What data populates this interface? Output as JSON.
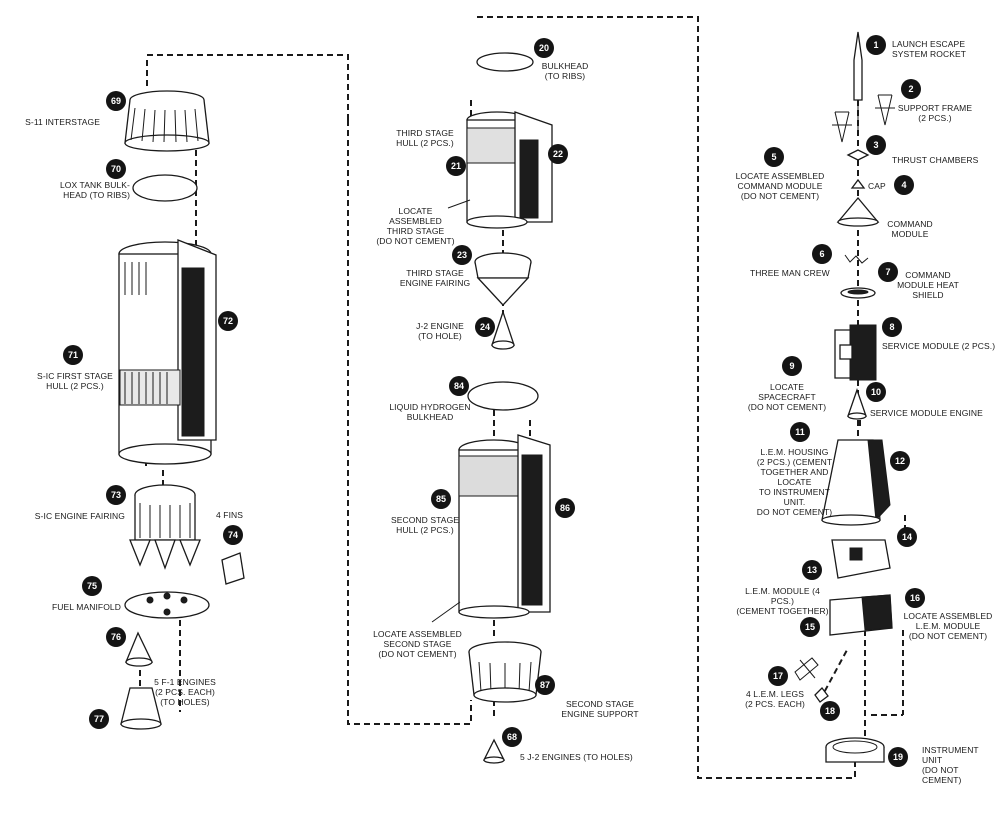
{
  "parts": [
    {
      "id": "p69",
      "num": "69",
      "label": "S-11 INTERSTAGE"
    },
    {
      "id": "p70",
      "num": "70",
      "label": "LOX TANK BULK-\nHEAD (to ribs)"
    },
    {
      "id": "p71",
      "num": "71",
      "label": "S-IC FIRST STAGE\nHULL (2 pcs.)"
    },
    {
      "id": "p72",
      "num": "72",
      "label": ""
    },
    {
      "id": "p73",
      "num": "73",
      "label": "S-IC ENGINE FAIRING"
    },
    {
      "id": "p74",
      "num": "74",
      "label": "4 FINS"
    },
    {
      "id": "p75",
      "num": "75",
      "label": "FUEL MANIFOLD"
    },
    {
      "id": "p76",
      "num": "76",
      "label": ""
    },
    {
      "id": "p77",
      "num": "77",
      "label": "5 F-1 ENGINES\n(2 pcs. each)\n(to holes)"
    },
    {
      "id": "p20",
      "num": "20",
      "label": "BULKHEAD\n(to ribs)"
    },
    {
      "id": "p21",
      "num": "21",
      "label": "THIRD STAGE\nHULL (2 pcs.)"
    },
    {
      "id": "p22",
      "num": "22",
      "label": ""
    },
    {
      "id": "p23",
      "num": "23",
      "label": "THIRD STAGE\nENGINE FAIRING"
    },
    {
      "id": "p24",
      "num": "24",
      "label": "J-2 ENGINE\n(to hole)"
    },
    {
      "id": "p84",
      "num": "84",
      "label": "LIQUID HYDROGEN\nBULKHEAD"
    },
    {
      "id": "p85",
      "num": "85",
      "label": "SECOND STAGE\nHULL (2 pcs.)"
    },
    {
      "id": "p86",
      "num": "86",
      "label": ""
    },
    {
      "id": "p87",
      "num": "87",
      "label": "SECOND STAGE\nENGINE SUPPORT"
    },
    {
      "id": "p68",
      "num": "68",
      "label": "5 J-2 ENGINES (to holes)"
    },
    {
      "id": "p1",
      "num": "1",
      "label": "LAUNCH ESCAPE\nSYSTEM ROCKET"
    },
    {
      "id": "p2",
      "num": "2",
      "label": "SUPPORT FRAME\n(2 pcs.)"
    },
    {
      "id": "p3",
      "num": "3",
      "label": "THRUST CHAMBERS"
    },
    {
      "id": "p4",
      "num": "4",
      "label": "CAP"
    },
    {
      "id": "p5",
      "num": "5",
      "label": "LOCATE ASSEMBLED\nCOMMAND MODULE\n(DO NOT CEMENT)"
    },
    {
      "id": "p6",
      "num": "6",
      "label": "THREE MAN CREW"
    },
    {
      "id": "p7",
      "num": "7",
      "label": "COMMAND\nMODULE HEAT\nSHIELD"
    },
    {
      "id": "p8",
      "num": "8",
      "label": "SERVICE MODULE (2 pcs.)"
    },
    {
      "id": "p9",
      "num": "9",
      "label": "LOCATE SPACECRAFT\n(DO NOT CEMENT)"
    },
    {
      "id": "p10",
      "num": "10",
      "label": "SERVICE MODULE ENGINE"
    },
    {
      "id": "p11",
      "num": "11",
      "label": "L.E.M. HOUSING\n(2 pcs.) (Cement\ntogether and locate\nto Instrument Unit.\nDO NOT CEMENT)"
    },
    {
      "id": "p12",
      "num": "12",
      "label": ""
    },
    {
      "id": "p13",
      "num": "13",
      "label": "L.E.M. MODULE (4 pcs.)\n(Cement together)"
    },
    {
      "id": "p14",
      "num": "14",
      "label": ""
    },
    {
      "id": "p15",
      "num": "15",
      "label": ""
    },
    {
      "id": "p16",
      "num": "16",
      "label": "LOCATE ASSEMBLED\nL.E.M. MODULE\n(DO NOT CEMENT)"
    },
    {
      "id": "p17",
      "num": "17",
      "label": "4 L.E.M. LEGS\n(2 pcs. each)"
    },
    {
      "id": "p18",
      "num": "18",
      "label": ""
    },
    {
      "id": "p19",
      "num": "19",
      "label": "INSTRUMENT UNIT\n(DO NOT CEMENT)"
    }
  ],
  "notes": {
    "locate_third_stage": "LOCATE ASSEMBLED\nTHIRD STAGE\n(DO NOT CEMENT)",
    "locate_second_stage": "LOCATE ASSEMBLED\nSECOND STAGE\n(DO NOT CEMENT)",
    "command_module": "COMMAND\nMODULE"
  },
  "icons": {
    "launch_escape": "rocket-icon",
    "command_module": "capsule-icon",
    "lem": "lunar-module-icon"
  }
}
